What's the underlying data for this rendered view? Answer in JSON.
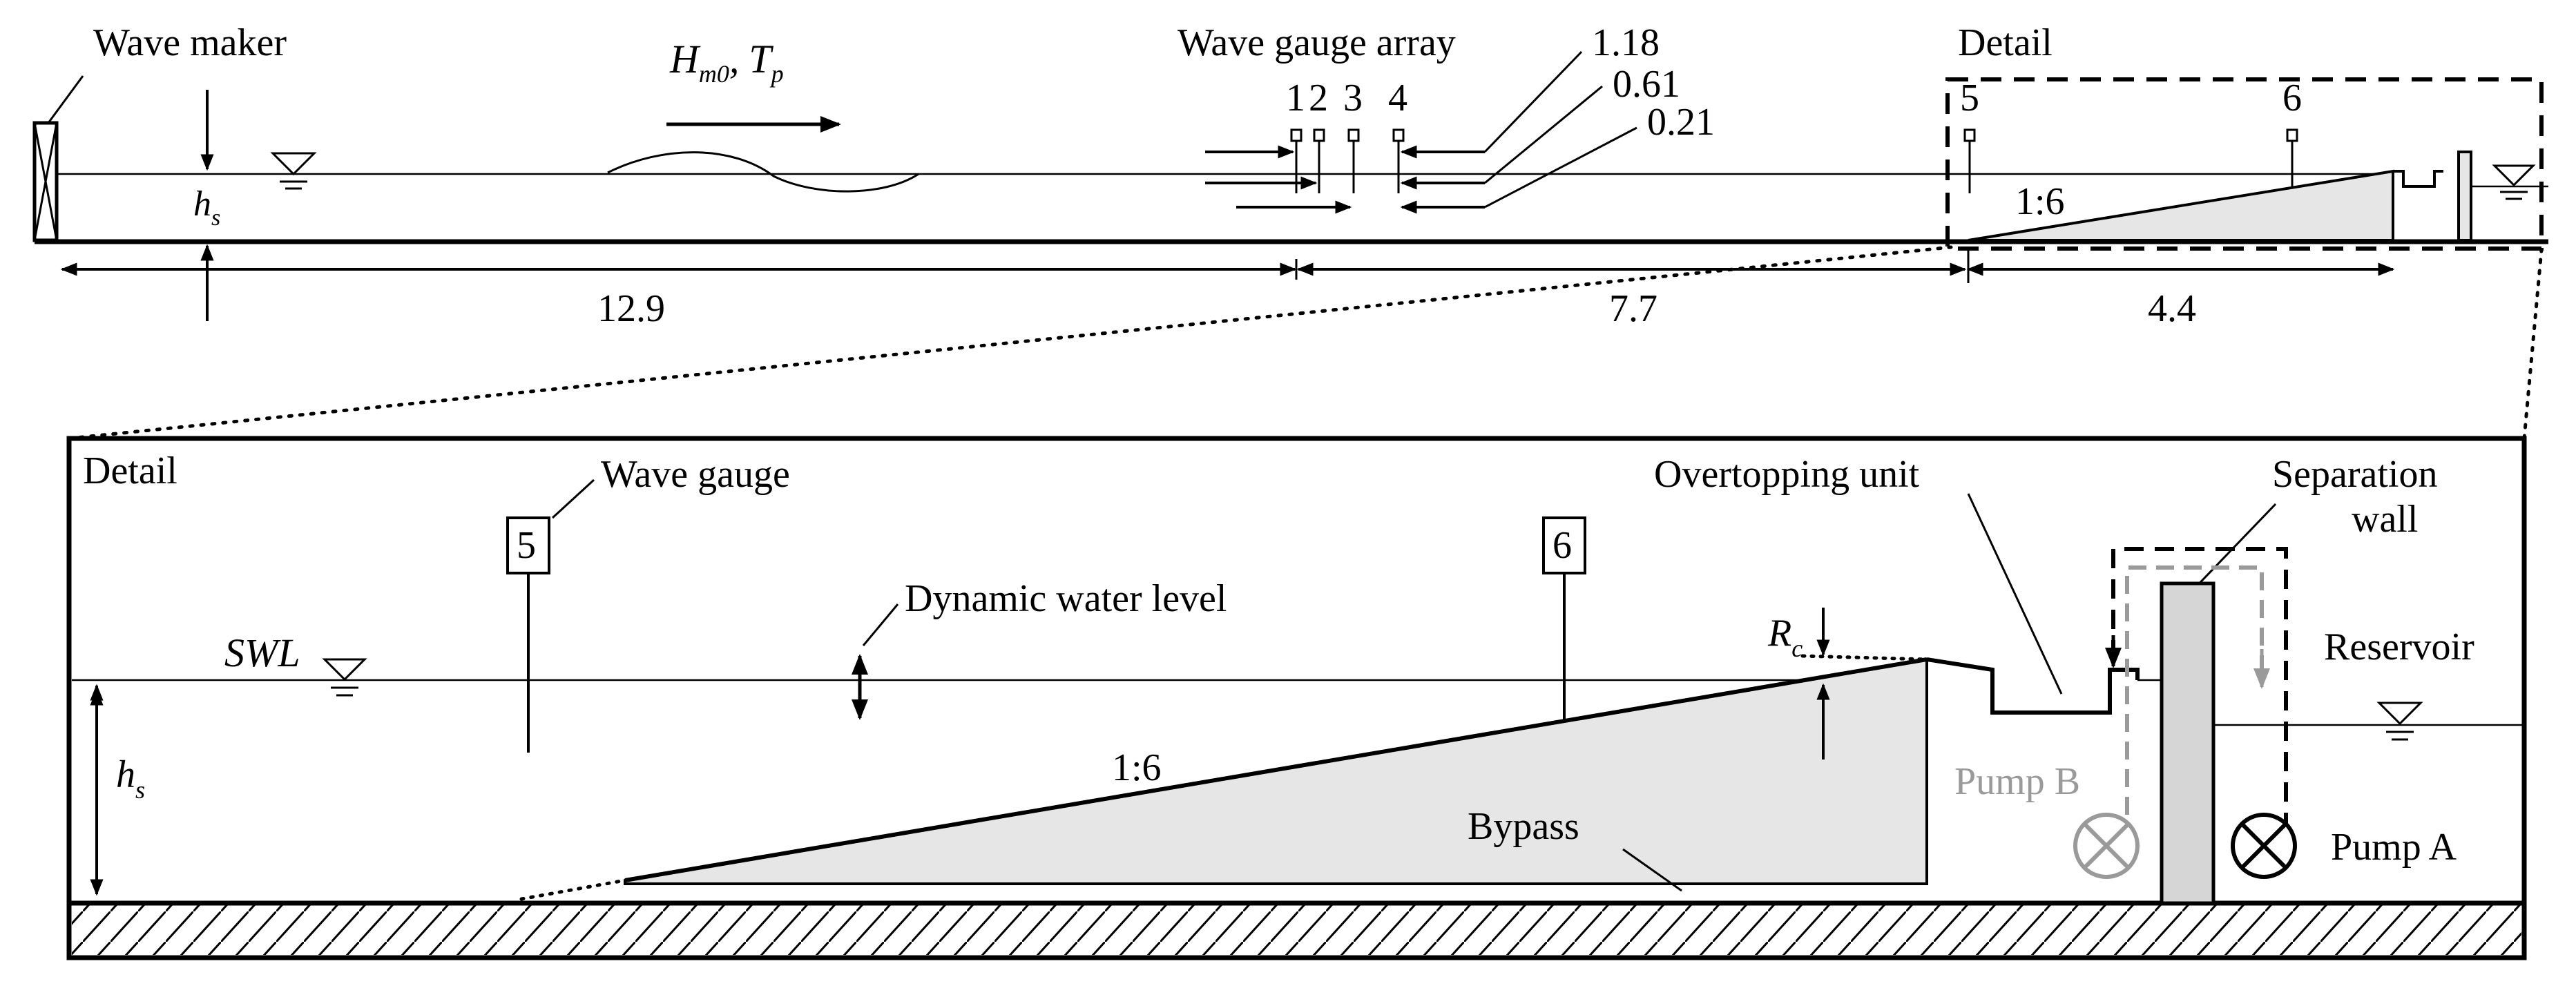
{
  "overview": {
    "wave_maker": "Wave maker",
    "hs_main": "h",
    "hs_sub": "s",
    "hm0_main": "H",
    "hm0_sub": "m0",
    "comma": ",",
    "tp_main": "T",
    "tp_sub": "p",
    "wave_gauge_array": "Wave gauge array",
    "gauge_numbers": [
      "1",
      "2",
      "3",
      "4"
    ],
    "spacings": [
      "1.18",
      "0.61",
      "0.21"
    ],
    "detail_label": "Detail",
    "gauge_5": "5",
    "gauge_6": "6",
    "slope": "1:6",
    "dist_1": "12.9",
    "dist_2": "7.7",
    "dist_3": "4.4"
  },
  "detail": {
    "title": "Detail",
    "wave_gauge": "Wave gauge",
    "gauge_5": "5",
    "gauge_6": "6",
    "swl": "SWL",
    "dynamic_water_level": "Dynamic water level",
    "slope": "1:6",
    "rc_main": "R",
    "rc_sub": "c",
    "overtopping_unit": "Overtopping unit",
    "separation_wall_line1": "Separation",
    "separation_wall_line2": "wall",
    "reservoir": "Reservoir",
    "pump_b": "Pump B",
    "pump_a": "Pump A",
    "bypass": "Bypass",
    "hs_main": "h",
    "hs_sub": "s"
  },
  "colors": {
    "line": "#000000",
    "fill": "#e6e6e6",
    "gray": "#9a9a9a"
  }
}
